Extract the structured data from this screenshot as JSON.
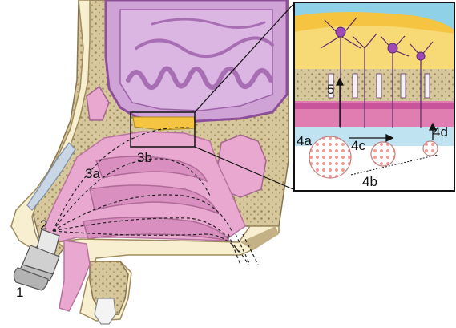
{
  "labels": {
    "device": "1",
    "nozzle_tip": "2",
    "path_a": "3a",
    "path_b": "3b",
    "epithelium": "4a",
    "particle_sizes": "4b",
    "transport_c": "4c",
    "transport_d": "4d",
    "neuron_route": "5"
  },
  "colors": {
    "background": "#ffffff",
    "cavity": "#e8a8cf",
    "cavity_dark": "#c77fb2",
    "brain": "#cfa3d6",
    "brain_dark": "#8e4f9a",
    "bone": "#c8b48c",
    "bone_light": "#efe2bd",
    "skin": "#f7efcf",
    "mucus": "#bfe3f0",
    "bulb_yellow": "#f5c542",
    "sky_blue": "#8fd1e6",
    "particle": "#f4a6a6"
  },
  "icons": {
    "device": "nasal-spray-device-icon",
    "particles": "nanoparticle-icon"
  }
}
